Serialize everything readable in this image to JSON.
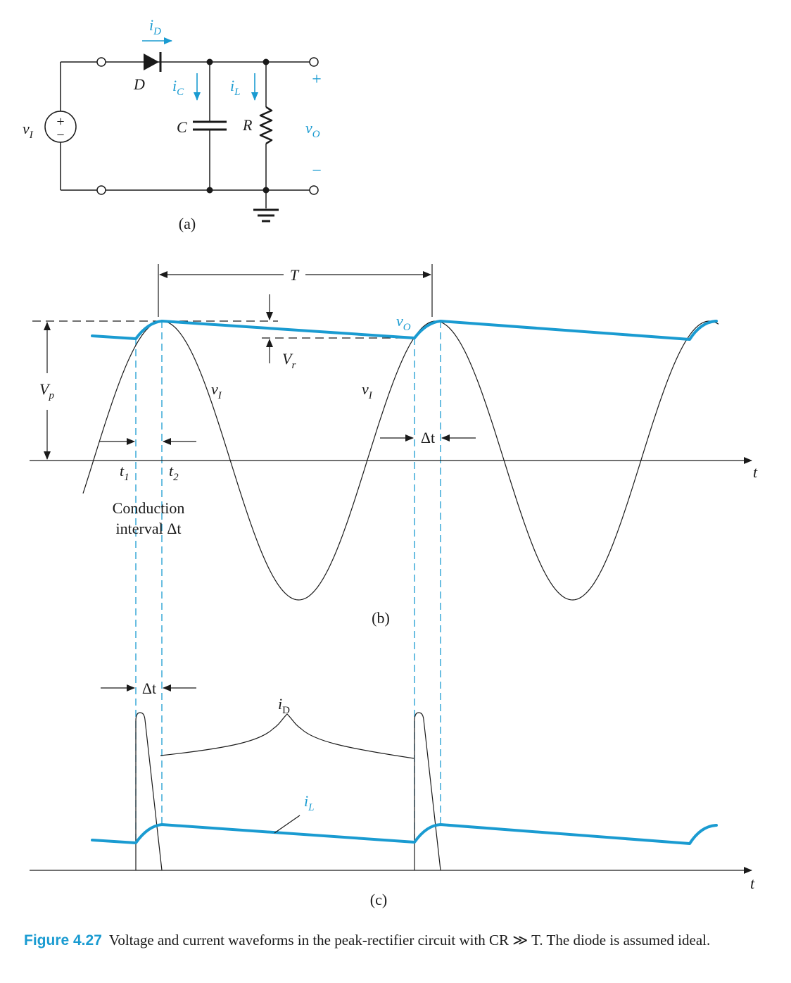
{
  "circuit": {
    "source_label": "v",
    "source_sub": "I",
    "source_plus": "+",
    "source_minus": "−",
    "diode_current": "i",
    "diode_current_sub": "D",
    "diode_label": "D",
    "cap_current": "i",
    "cap_current_sub": "C",
    "load_current": "i",
    "load_current_sub": "L",
    "cap_label": "C",
    "res_label": "R",
    "out_plus": "+",
    "out_label": "v",
    "out_sub": "O",
    "out_minus": "−",
    "part_label": "(a)"
  },
  "waveforms_b": {
    "period_label": "T",
    "vo_label": "v",
    "vo_sub": "O",
    "vr_label": "V",
    "vr_sub": "r",
    "vp_label": "V",
    "vp_sub": "p",
    "vi_label_1": "v",
    "vi_sub_1": "I",
    "vi_label_2": "v",
    "vi_sub_2": "I",
    "t1_label": "t",
    "t1_sub": "1",
    "t2_label": "t",
    "t2_sub": "2",
    "delta_label": "Δt",
    "conduction_line1": "Conduction",
    "conduction_line2": "interval Δt",
    "axis_label": "t",
    "part_label": "(b)"
  },
  "waveforms_c": {
    "delta_label": "Δt",
    "id_label": "i",
    "id_sub": "D",
    "il_label": "i",
    "il_sub": "L",
    "axis_label": "t",
    "part_label": "(c)"
  },
  "caption": {
    "number": "Figure 4.27",
    "text": "Voltage and current waveforms in the peak-rectifier circuit with CR ≫ T. The diode is assumed ideal."
  },
  "colors": {
    "accent": "#1a9bd1",
    "ink": "#1a1a1a"
  }
}
